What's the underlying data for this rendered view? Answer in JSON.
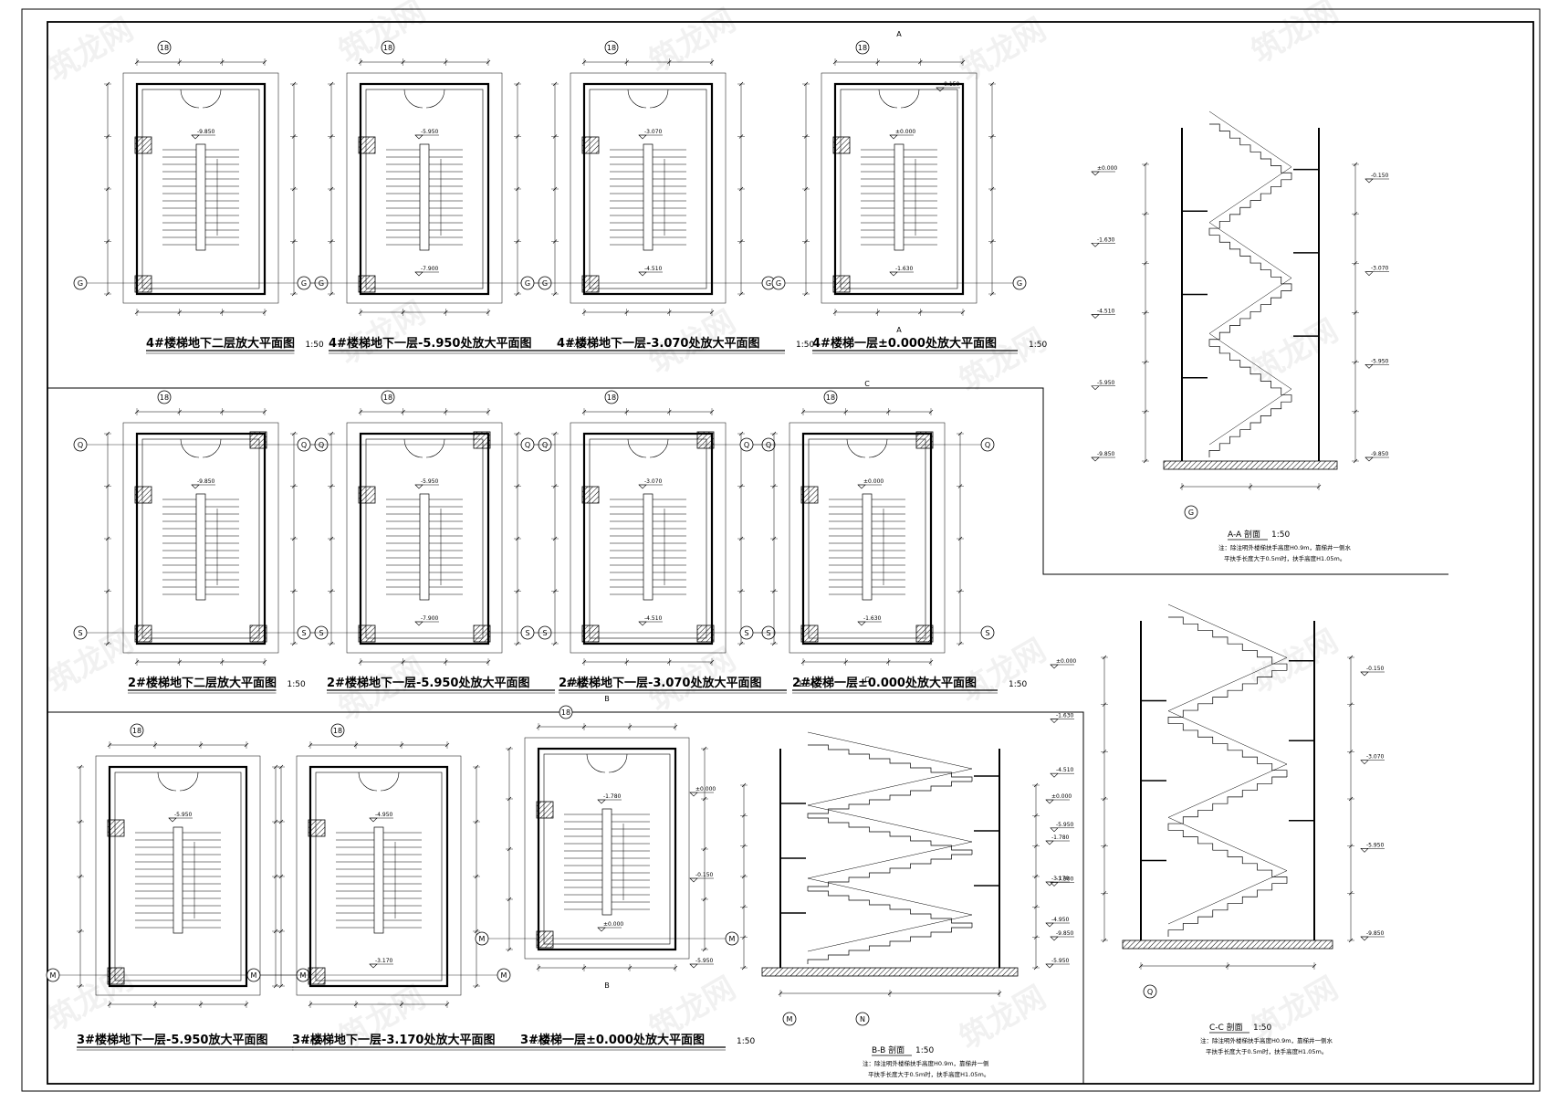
{
  "plans": [
    {
      "title": "4#楼梯地下二层放大平面图",
      "scale": "1:50",
      "axis_v": "18",
      "axis_h": "G",
      "level": "-9.850"
    },
    {
      "title": "4#楼梯地下一层-5.950处放大平面图",
      "scale": "1:50",
      "axis_v": "18",
      "axis_h": "G",
      "level": "-5.950",
      "level2": "-7.900"
    },
    {
      "title": "4#楼梯地下一层-3.070处放大平面图",
      "scale": "1:50",
      "axis_v": "18",
      "axis_h": "G",
      "level": "-3.070",
      "level2": "-4.510"
    },
    {
      "title": "4#楼梯一层±0.000处放大平面图",
      "scale": "1:50",
      "axis_v": "18",
      "axis_h": "G",
      "level": "±0.000",
      "level2": "-1.630",
      "level3": "-0.150",
      "section": "A"
    },
    {
      "title": "2#楼梯地下二层放大平面图",
      "scale": "1:50",
      "axis_v": "18",
      "axis_h": "S",
      "axis_h2": "Q",
      "level": "-9.850"
    },
    {
      "title": "2#楼梯地下一层-5.950处放大平面图",
      "scale": "1:50",
      "axis_v": "18",
      "axis_h": "S",
      "axis_h2": "Q",
      "level": "-5.950",
      "level2": "-7.900"
    },
    {
      "title": "2#楼梯地下一层-3.070处放大平面图",
      "scale": "1:50",
      "axis_v": "18",
      "axis_h": "S",
      "axis_h2": "Q",
      "level": "-3.070",
      "level2": "-4.510"
    },
    {
      "title": "2#楼梯一层±0.000处放大平面图",
      "scale": "1:50",
      "axis_v": "18",
      "axis_h": "S",
      "axis_h2": "Q",
      "level": "±0.000",
      "level2": "-1.630",
      "section": "C"
    },
    {
      "title": "3#楼梯地下一层-5.950放大平面图",
      "scale": "1:50",
      "axis_v": "18",
      "axis_h": "M",
      "level": "-5.950"
    },
    {
      "title": "3#楼梯地下一层-3.170处放大平面图",
      "scale": "1:50",
      "axis_v": "18",
      "axis_h": "M",
      "level": "-4.950",
      "level2": "-3.170"
    },
    {
      "title": "3#楼梯一层±0.000处放大平面图",
      "scale": "1:50",
      "axis_v": "18",
      "axis_h": "M",
      "level": "-1.780",
      "level2": "±0.000",
      "section": "B"
    }
  ],
  "sections": [
    {
      "title": "A-A 剖面",
      "scale": "1:50",
      "axis": "G",
      "note1": "注：除注明外楼梯扶手高度H0.9m，靠梯井一侧水",
      "note2": "平扶手长度大于0.5m时，扶手高度H1.05m。",
      "levels_left": [
        "±0.000",
        "-1.630",
        "-4.510",
        "-5.950",
        "-9.850"
      ],
      "levels_right": [
        "-0.150",
        "-3.070",
        "-5.950",
        "-9.850"
      ]
    },
    {
      "title": "B-B 剖面",
      "scale": "1:50",
      "axis": "M",
      "axis2": "N",
      "note1": "注：除注明外楼梯扶手高度H0.9m，靠梯井一侧",
      "note2": "平扶手长度大于0.5m时，扶手高度H1.05m。",
      "levels_left": [
        "±0.000",
        "-0.150",
        "-5.950"
      ],
      "levels_right": [
        "±0.000",
        "-1.780",
        "-3.170",
        "-4.950",
        "-5.950"
      ]
    },
    {
      "title": "C-C 剖面",
      "scale": "1:50",
      "axis": "Q",
      "note1": "注：除注明外楼梯扶手高度H0.9m，靠梯井一侧水",
      "note2": "平扶手长度大于0.5m时，扶手高度H1.05m。",
      "levels_left": [
        "±0.000",
        "-1.630",
        "-4.510",
        "-5.950",
        "-7.900",
        "-9.850"
      ],
      "levels_right": [
        "-0.150",
        "-3.070",
        "-5.950",
        "-9.850"
      ]
    }
  ],
  "watermark": "筑龙网"
}
